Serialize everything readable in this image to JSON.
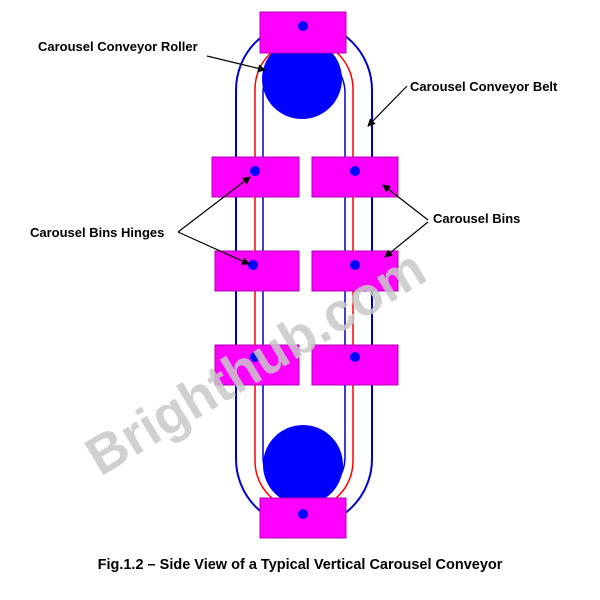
{
  "labels": {
    "roller": "Carousel Conveyor Roller",
    "belt": "Carousel Conveyor Belt",
    "hinges": "Carousel Bins Hinges",
    "bins": "Carousel Bins"
  },
  "watermark": "Brighthub.com",
  "caption": "Fig.1.2 – Side View of a Typical Vertical Carousel Conveyor",
  "colors": {
    "bin": "#ff00ff",
    "bin_border": "#b000b0",
    "roller": "#0000ff",
    "hinge": "#0000ff",
    "belt_outer": "#0000cc",
    "belt_inner": "#ff0000",
    "text": "#000000",
    "watermark": "#c8c8c8"
  }
}
